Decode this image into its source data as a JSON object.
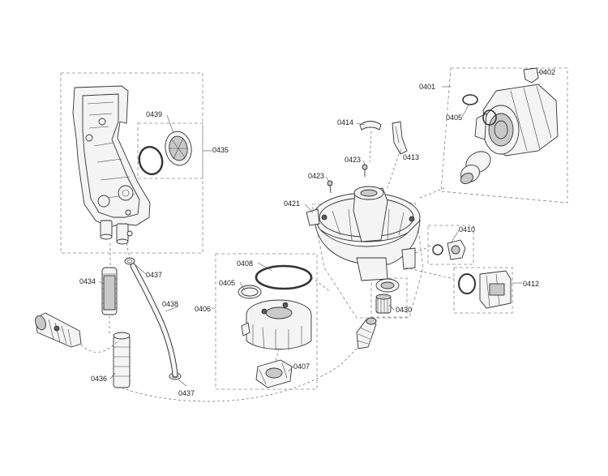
{
  "diagram": {
    "labels": {
      "p0401": "0401",
      "p0402": "0402",
      "p0405a": "0405",
      "p0405b": "0405",
      "p0406": "0406",
      "p0407": "0407",
      "p0408": "0408",
      "p0410": "0410",
      "p0412": "0412",
      "p0413": "0413",
      "p0414": "0414",
      "p0421": "0421",
      "p0423a": "0423",
      "p0423b": "0423",
      "p0430": "0430",
      "p0434": "0434",
      "p0435": "0435",
      "p0436": "0436",
      "p0437a": "0437",
      "p0437b": "0437",
      "p0438": "0438",
      "p0439": "0439"
    }
  }
}
